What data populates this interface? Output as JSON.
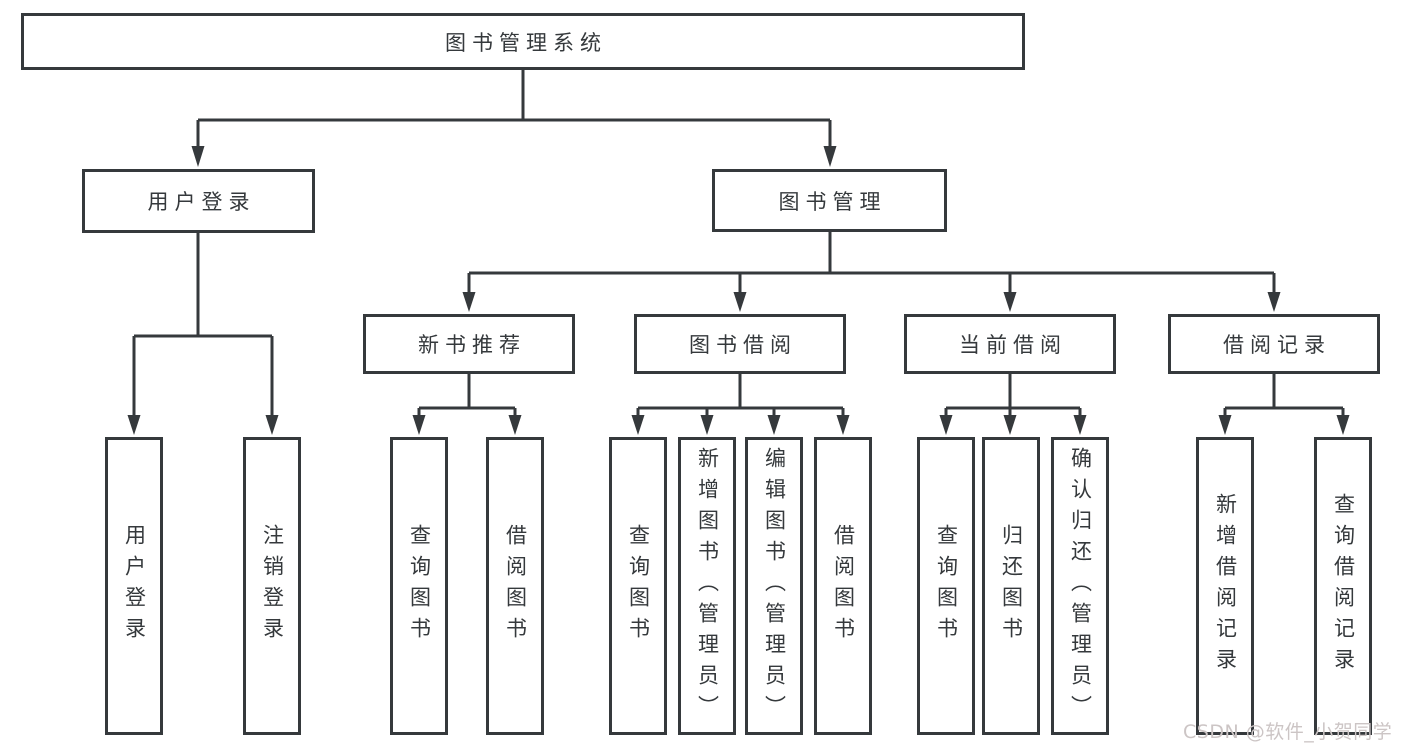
{
  "root": {
    "label": "图书管理系统"
  },
  "branches": {
    "user": {
      "label": "用户登录",
      "children": [
        "用户登录",
        "注销登录"
      ]
    },
    "books": {
      "label": "图书管理",
      "groups": {
        "recommend": {
          "label": "新书推荐",
          "children": [
            "查询图书",
            "借阅图书"
          ]
        },
        "borrow": {
          "label": "图书借阅",
          "children": [
            "查询图书",
            "新增图书（管理员）",
            "编辑图书（管理员）",
            "借阅图书"
          ]
        },
        "current": {
          "label": "当前借阅",
          "children": [
            "查询图书",
            "归还图书",
            "确认归还（管理员）"
          ]
        },
        "records": {
          "label": "借阅记录",
          "children": [
            "新增借阅记录",
            "查询借阅记录"
          ]
        }
      }
    }
  },
  "watermark": "CSDN @软件_小贺同学",
  "colors": {
    "line": "#35393c",
    "box_background": "#ffffff",
    "text": "#35393c",
    "watermark": "#ccc5c5"
  }
}
